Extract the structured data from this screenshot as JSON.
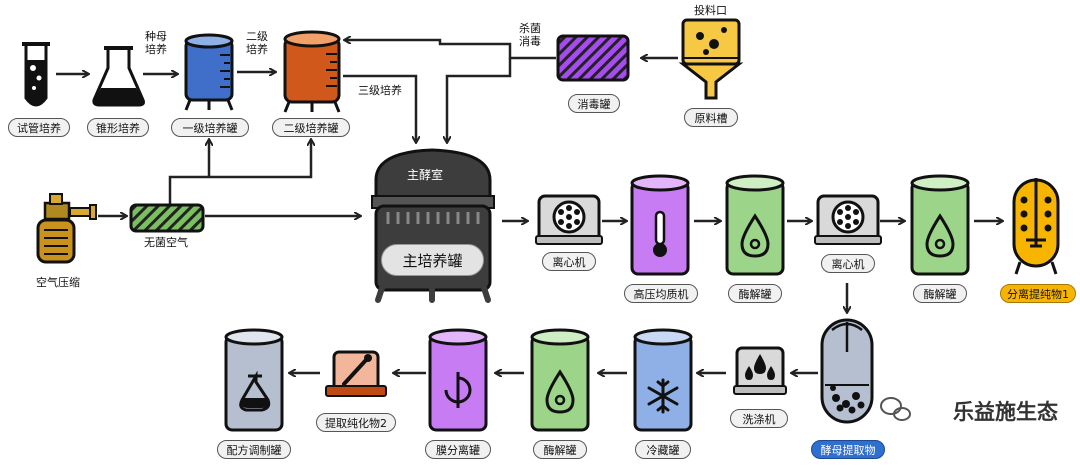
{
  "labels": {
    "test_tube": "试管培养",
    "flask": "锥形培养",
    "seed_culture": "种母\n培养",
    "primary_tank": "一级培养罐",
    "secondary_culture": "二级\n培养",
    "secondary_tank": "二级培养罐",
    "tertiary_culture": "三级培养",
    "sterilize": "杀菌\n消毒",
    "disinfection_tank": "消毒罐",
    "feed_port": "投料口",
    "raw_tank": "原料槽",
    "main_chamber": "主酵室",
    "main_tank": "主培养罐",
    "air_compress": "空气压缩",
    "sterile_air": "无菌空气",
    "centrifuge1": "离心机",
    "homogenizer": "高压均质机",
    "enzymolysis1": "酶解罐",
    "centrifuge2": "离心机",
    "enzymolysis2": "酶解罐",
    "purified1": "分离提纯物1",
    "yeast_extract": "酵母提取物",
    "washer": "洗涤机",
    "cold_tank": "冷藏罐",
    "enzymolysis3": "酶解罐",
    "membrane": "膜分离罐",
    "purified2": "提取纯化物2",
    "formula_tank": "配方调制罐"
  },
  "watermark": "乐益施生态",
  "colors": {
    "blue_tank": "#3f6fc9",
    "orange_tank": "#d0581a",
    "purple": "#a64bf0",
    "light_purple": "#c87cf4",
    "green": "#9cd58a",
    "blue_light": "#8fb0e6",
    "gray_tank": "#b6bfd0",
    "yellow": "#f7b500",
    "highlight_blue": "#2f6fd0"
  }
}
